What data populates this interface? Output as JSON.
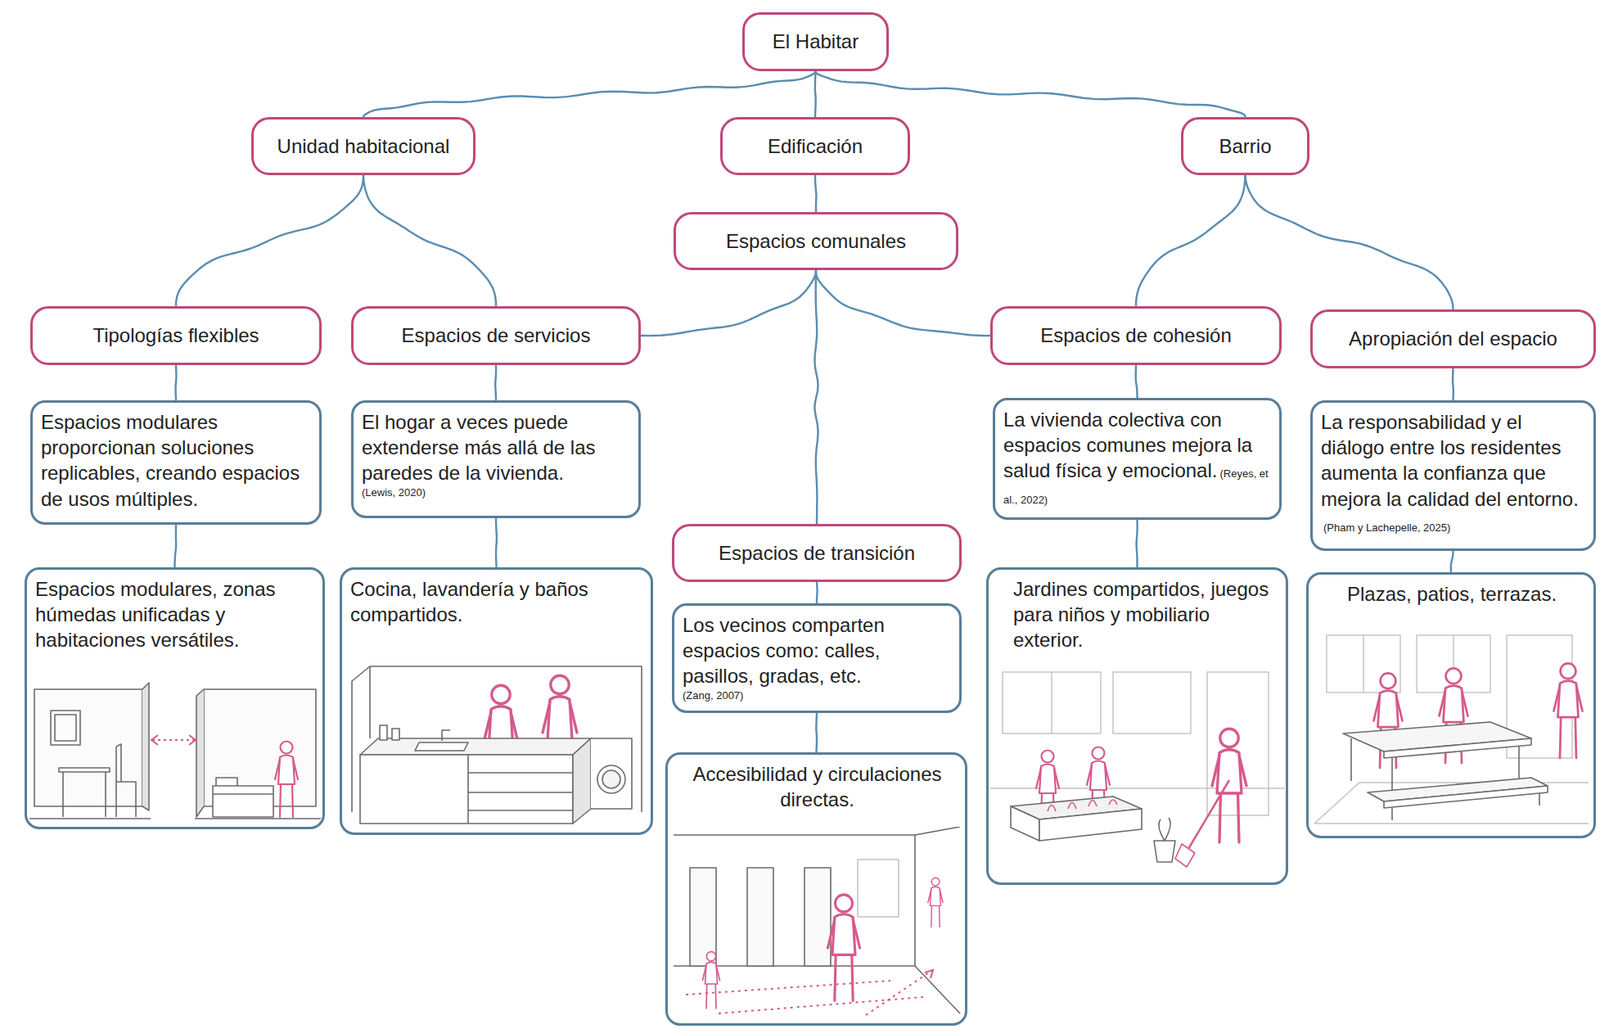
{
  "diagram": {
    "nodes": [
      {
        "text": [
          "El Habitar"
        ]
      },
      {
        "text": [
          "Unidad habitacional"
        ]
      },
      {
        "text": [
          "Edificación"
        ]
      },
      {
        "text": [
          "Barrio"
        ]
      },
      {
        "text": [
          "Espacios comunales"
        ]
      },
      {
        "text": [
          "Tipologías flexibles"
        ]
      },
      {
        "text": [
          "Espacios de servicios"
        ]
      },
      {
        "text": [
          "Espacios de cohesión"
        ]
      },
      {
        "text": [
          "Apropiación del espacio"
        ]
      },
      {
        "text": [
          "Espacios modulares proporcionan soluciones replicables, creando espacios de usos múltiples."
        ]
      },
      {
        "text": [
          "El hogar a veces puede extenderse más allá de las paredes de la vivienda.",
          "(Lewis, 2020)"
        ]
      },
      {
        "text": [
          "La vivienda colectiva con espacios comunes mejora la salud física y emocional.",
          "(Reyes, et al., 2022)"
        ]
      },
      {
        "text": [
          "La responsabilidad y el diálogo entre los residentes aumenta la confianza que mejora la calidad del entorno.",
          "(Pham y Lachepelle, 2025)"
        ]
      },
      {
        "text": [
          "Espacios de transición"
        ]
      },
      {
        "text": [
          "Espacios modulares, zonas húmedas unificadas y habitaciones versátiles."
        ]
      },
      {
        "text": [
          "Cocina, lavandería y baños compartidos."
        ]
      },
      {
        "text": [
          "Los vecinos comparten espacios como: calles, pasillos, gradas, etc.",
          "(Zang, 2007)"
        ]
      },
      {
        "text": [
          "Jardines compartidos, juegos para niños y mobiliario exterior."
        ]
      },
      {
        "text": [
          "Plazas, patios, terrazas."
        ]
      },
      {
        "text": [
          "Accesibilidad y circulaciones directas."
        ]
      }
    ],
    "edges": [
      {
        "from": 0,
        "to": 1,
        "arrow": "none"
      },
      {
        "from": 0,
        "to": 2,
        "arrow": "none"
      },
      {
        "from": 0,
        "to": 3,
        "arrow": "none"
      },
      {
        "from": 2,
        "to": 4,
        "arrow": "none"
      },
      {
        "from": 1,
        "to": 5,
        "arrow": "none"
      },
      {
        "from": 1,
        "to": 6,
        "arrow": "none"
      },
      {
        "from": 4,
        "to": 6,
        "arrow": "none"
      },
      {
        "from": 4,
        "to": 13,
        "arrow": "none"
      },
      {
        "from": 4,
        "to": 7,
        "arrow": "none"
      },
      {
        "from": 3,
        "to": 7,
        "arrow": "none"
      },
      {
        "from": 3,
        "to": 8,
        "arrow": "none"
      },
      {
        "from": 5,
        "to": 9,
        "arrow": "none"
      },
      {
        "from": 6,
        "to": 10,
        "arrow": "none"
      },
      {
        "from": 7,
        "to": 11,
        "arrow": "none"
      },
      {
        "from": 8,
        "to": 12,
        "arrow": "none"
      },
      {
        "from": 9,
        "to": 14,
        "arrow": "none"
      },
      {
        "from": 10,
        "to": 15,
        "arrow": "none"
      },
      {
        "from": 13,
        "to": 16,
        "arrow": "none"
      },
      {
        "from": 11,
        "to": 17,
        "arrow": "none"
      },
      {
        "from": 12,
        "to": 18,
        "arrow": "none"
      },
      {
        "from": 16,
        "to": 19,
        "arrow": "none"
      }
    ]
  }
}
